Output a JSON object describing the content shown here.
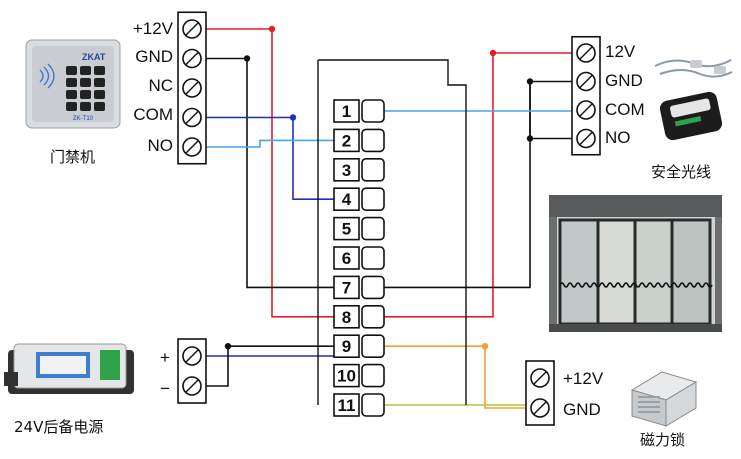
{
  "devices": {
    "access_control": {
      "name": "门禁机",
      "brand": "ZKAT",
      "model": "ZK-T10"
    },
    "safety_beam": {
      "name": "安全光线"
    },
    "power_supply": {
      "name": "24V后备电源"
    },
    "maglock": {
      "name": "磁力锁"
    }
  },
  "access_terminals": [
    "+12V",
    "GND",
    "NC",
    "COM",
    "NO"
  ],
  "beam_terminals": [
    "12V",
    "GND",
    "COM",
    "NO"
  ],
  "power_terminals": [
    "+",
    "−"
  ],
  "lock_terminals": [
    "+12V",
    "GND"
  ],
  "controller_pins": [
    "1",
    "2",
    "3",
    "4",
    "5",
    "6",
    "7",
    "8",
    "9",
    "10",
    "11"
  ],
  "wire_colors": {
    "red": "#e0202a",
    "black": "#111111",
    "blue": "#1f2fb8",
    "lightblue": "#4aa3e8",
    "orange": "#f0a030",
    "olive": "#b8c23a"
  }
}
